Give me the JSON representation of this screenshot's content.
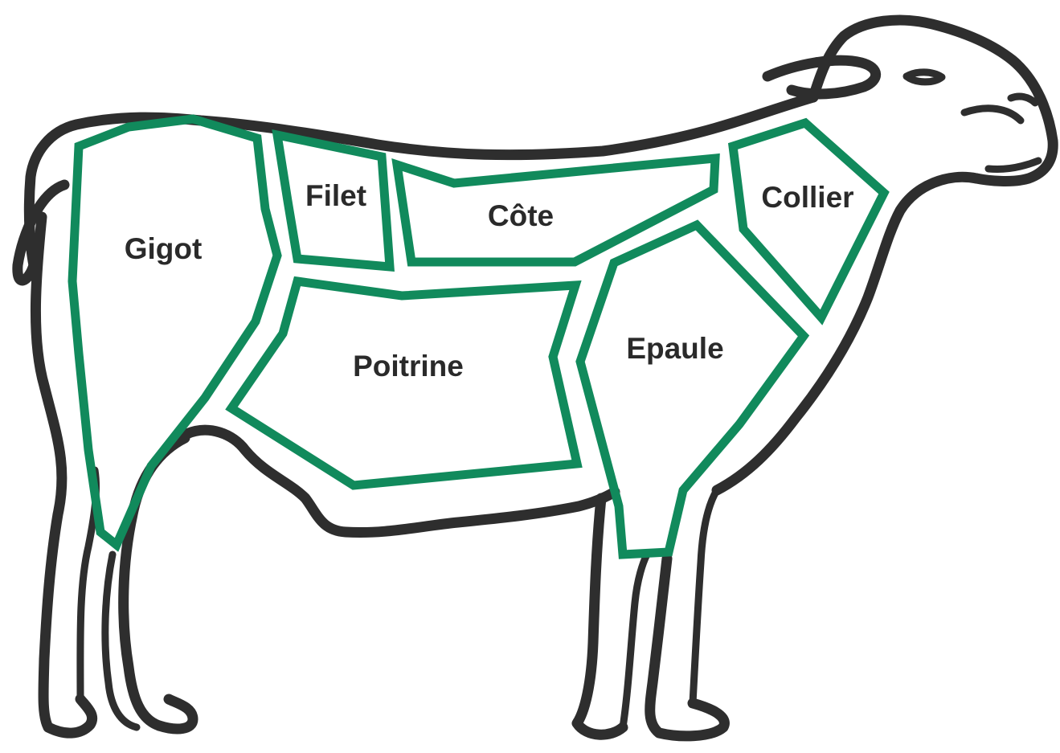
{
  "diagram": {
    "subject": "lamb",
    "colors": {
      "outline": "#2e2e2e",
      "cut_border": "#118a5c",
      "label": "#2a2a2a",
      "background": "#ffffff"
    },
    "cuts": [
      {
        "id": "gigot",
        "label": "Gigot"
      },
      {
        "id": "filet",
        "label": "Filet"
      },
      {
        "id": "cote",
        "label": "Côte"
      },
      {
        "id": "collier",
        "label": "Collier"
      },
      {
        "id": "poitrine",
        "label": "Poitrine"
      },
      {
        "id": "epaule",
        "label": "Epaule"
      }
    ]
  }
}
